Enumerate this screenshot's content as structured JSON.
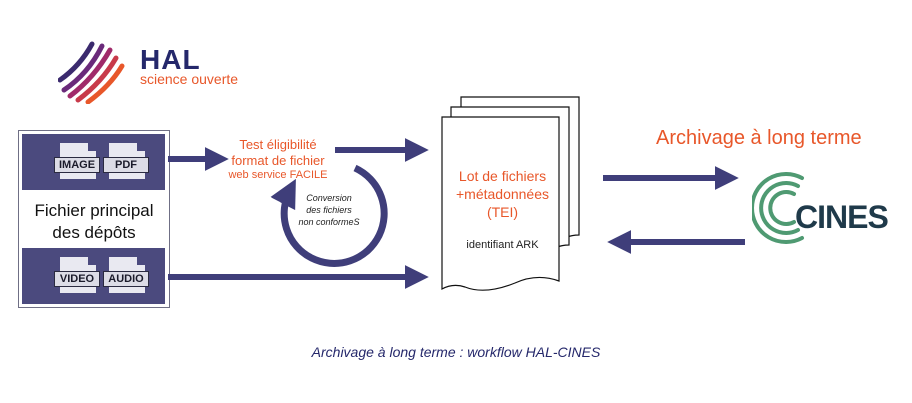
{
  "logo": {
    "name": "HAL",
    "tagline": "science ouverte",
    "colors": {
      "brand_dark": "#25286b",
      "brand_orange": "#e8572a"
    }
  },
  "source": {
    "top_formats": [
      "IMAGE",
      "PDF"
    ],
    "bottom_formats": [
      "VIDEO",
      "AUDIO"
    ],
    "label_line1": "Fichier principal",
    "label_line2": "des dépôts"
  },
  "test": {
    "line1": "Test éligibilité",
    "line2": "format de fichier",
    "service": "web service FACILE"
  },
  "conversion": {
    "line1": "Conversion",
    "line2": "des fichiers",
    "line3": "non conformeS"
  },
  "lot": {
    "line1": "Lot de fichiers",
    "line2": "+métadonnées",
    "line3": "(TEI)",
    "identifier": "identifiant ARK"
  },
  "archive": {
    "title": "Archivage à long terme",
    "cines_logo": "CINES"
  },
  "caption": "Archivage à long terme : workflow HAL-CINES",
  "colors": {
    "arrow": "#3f3e7a",
    "band": "#4b4a7e",
    "orange": "#e8572a",
    "cines_green": "#4f9a72"
  }
}
